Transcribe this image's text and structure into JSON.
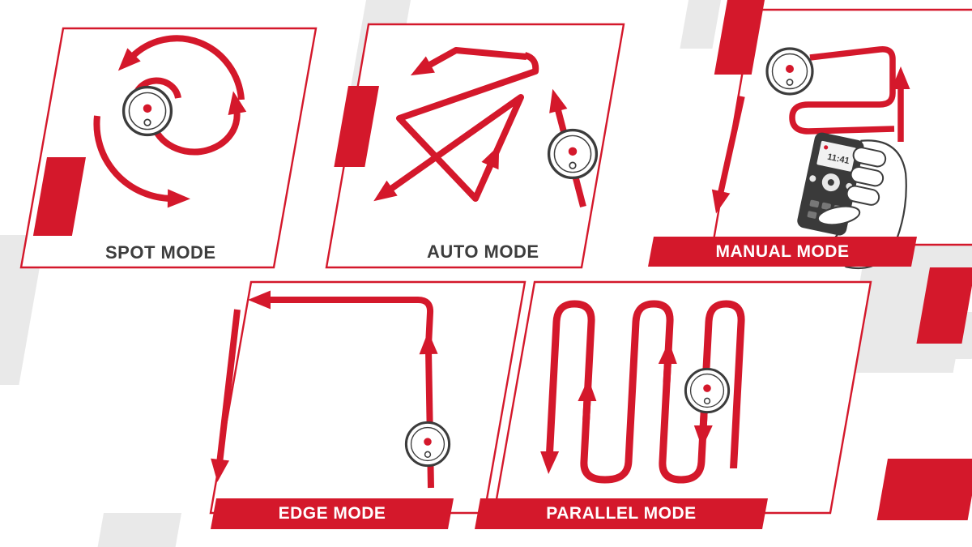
{
  "colors": {
    "accent_red": "#d4182b",
    "text_dark": "#3d3d3d",
    "stripe_gray": "#e9e9e9",
    "panel_bg": "#ffffff"
  },
  "modes": {
    "spot": {
      "label": "SPOT MODE"
    },
    "auto": {
      "label": "AUTO MODE"
    },
    "manual": {
      "label": "MANUAL MODE"
    },
    "edge": {
      "label": "EDGE MODE"
    },
    "parallel": {
      "label": "PARALLEL MODE"
    }
  },
  "remote": {
    "time": "11:41"
  },
  "icons": {
    "robot": "robot-vacuum-top-view",
    "remote": "remote-control",
    "hand": "hand-holding-remote"
  }
}
